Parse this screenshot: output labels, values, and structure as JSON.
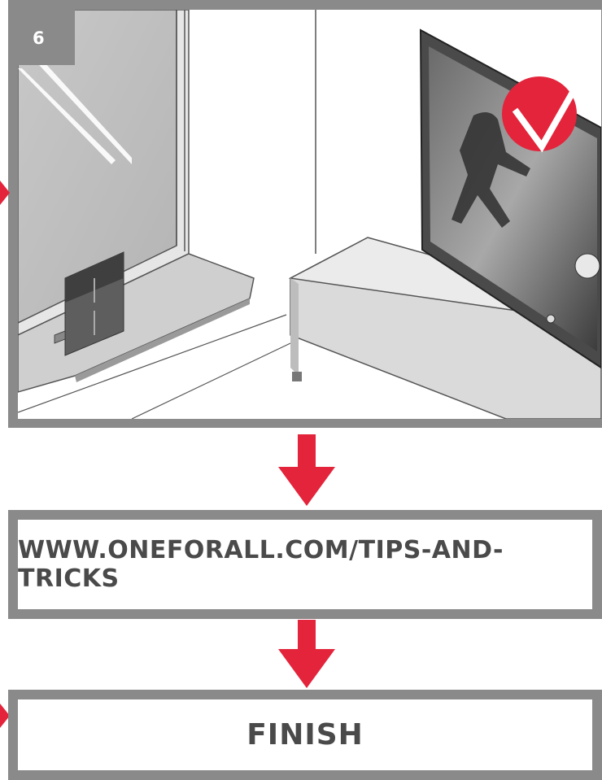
{
  "step": {
    "number": "6"
  },
  "url_box": {
    "text": "WWW.ONEFORALL.COM/TIPS-AND-TRICKS"
  },
  "finish_box": {
    "text": "FINISH"
  },
  "colors": {
    "frame": "#8a8a8a",
    "arrow": "#e3243b",
    "text": "#4a4a4a"
  },
  "icons": {
    "checkmark": "oneforall-check-logo-icon",
    "arrow": "down-arrow-icon"
  }
}
